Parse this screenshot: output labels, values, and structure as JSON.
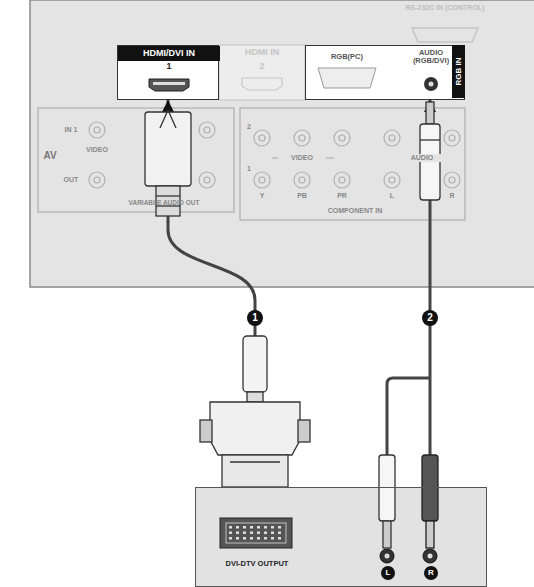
{
  "diagram": {
    "nodes": [
      {
        "text": [
          "HDMI/DVI IN",
          "1"
        ]
      },
      {
        "text": [
          "RGB IN",
          "RGB(PC)",
          "AUDIO (RGB/DVI)"
        ]
      },
      {
        "text": [
          "DVI-DTV OUTPUT",
          "L",
          "R"
        ]
      }
    ],
    "edges": [
      {
        "from": 2,
        "to": 0,
        "arrow": "to",
        "label": "1"
      },
      {
        "from": 2,
        "to": 1,
        "arrow": "to",
        "label": "2"
      }
    ],
    "labels": [
      "RS-232C IN (CONTROL)",
      "HDMI IN",
      "2",
      "AV",
      "IN 1",
      "VIDEO",
      "OUT",
      "VARIABLE AUDIO OUT",
      "2",
      "VIDEO",
      "AUDIO",
      "1",
      "Y",
      "PB",
      "PR",
      "L",
      "R",
      "COMPONENT IN"
    ]
  }
}
